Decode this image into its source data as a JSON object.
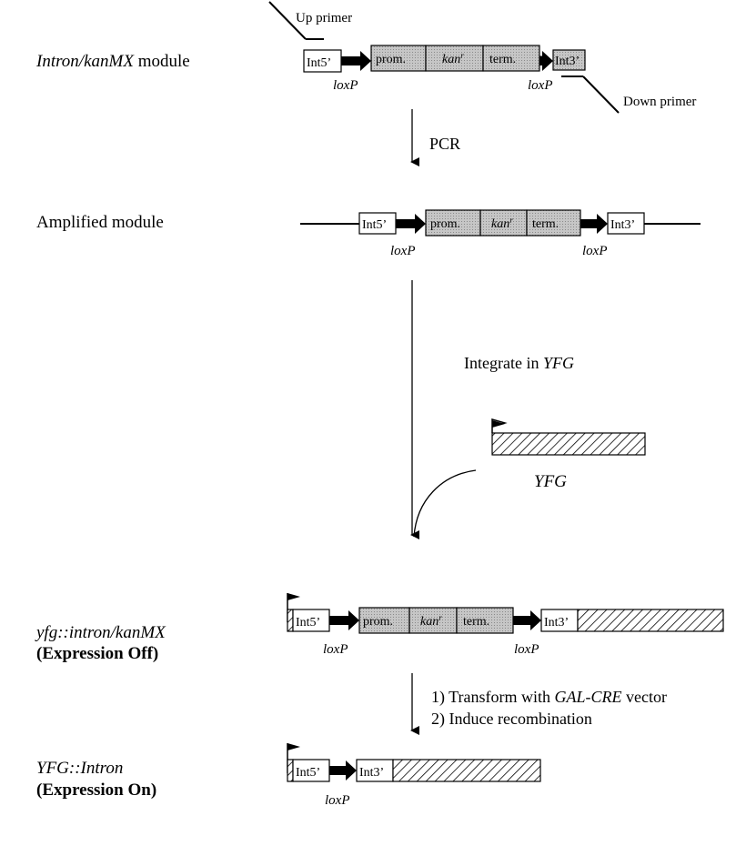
{
  "primers": {
    "up": "Up primer",
    "down": "Down primer"
  },
  "stages": {
    "module": {
      "name_italic": "Intron/kanMX",
      "name_rest": " module"
    },
    "amplified": {
      "label": "Amplified module"
    },
    "off": {
      "name": "yfg::intron/kanMX",
      "state": "(Expression Off)"
    },
    "on": {
      "name": "YFG::Intron",
      "state": "(Expression On)"
    }
  },
  "parts": {
    "int5": "Int5’",
    "int3": "Int3’",
    "prom": "prom.",
    "kan": "kan",
    "kan_sup": "r",
    "term": "term.",
    "loxp": "loxP"
  },
  "steps": {
    "pcr": "PCR",
    "integrate_prefix": "Integrate in ",
    "integrate_gene": "YFG",
    "yfg_gene": "YFG",
    "cre_1_prefix": "1) Transform with ",
    "cre_1_gene": "GAL-CRE",
    "cre_1_suffix": " vector",
    "cre_2": "2) Induce recombination"
  }
}
